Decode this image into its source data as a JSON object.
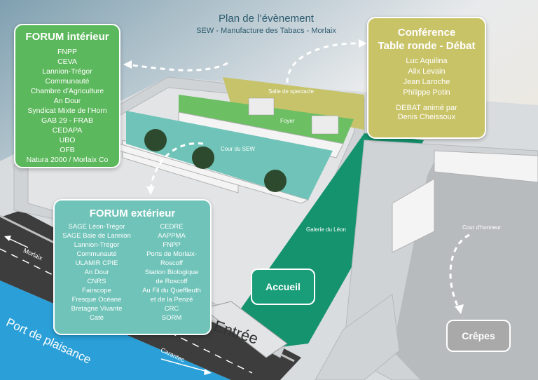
{
  "header": {
    "title": "Plan de l’évènement",
    "subtitle": "SEW - Manufacture des Tabacs - Morlaix"
  },
  "colors": {
    "forum_interieur": "#5cb85c",
    "forum_exterieur": "#6fc3b8",
    "conference": "#c9c368",
    "accueil": "#1a9e7a",
    "galerie": "#14936e",
    "crepes": "#a9a9a9",
    "port": "#2a9fd8",
    "road": "#3a3a3a"
  },
  "forum_interieur": {
    "title": "FORUM intérieur",
    "items": [
      "FNPP",
      "CEVA",
      "Lannion-Trégor",
      "Communauté",
      "Chambre d’Agriculture",
      "An Dour",
      "Syndicat Mixte de l’Horn",
      "GAB 29 - FRAB",
      "CEDAPA",
      "UBO",
      "OFB",
      "Natura 2000 / Morlaix Co"
    ]
  },
  "conference": {
    "title_line1": "Conférence",
    "title_line2": "Table ronde - Débat",
    "speakers": [
      "Luc Aquilina",
      "Alix Levain",
      "Jean Laroche",
      "Philippe Potin"
    ],
    "debate_line1": "DEBAT animé par",
    "debate_line2": "Denis Cheissoux"
  },
  "forum_exterieur": {
    "title": "FORUM extérieur",
    "col1": [
      "SAGE Léon-Trégor",
      "SAGE Baie de Lannion",
      "Lannion-Trégor",
      "Communauté",
      "ULAMIR CPIE",
      "An Dour",
      "CNRS",
      "Fairscope",
      "Fresque Océane",
      "Bretagne Vivante",
      "Caté"
    ],
    "col2": [
      "CEDRE",
      "AAPPMA",
      "FNPP",
      "Ports de Morlaix-",
      "Roscoff",
      "Station Biologique",
      "de Roscoff",
      "Au Fil du Queffleuth",
      "et de la Penzé",
      "CRC",
      "SORM"
    ]
  },
  "places": {
    "salle": "Salle de spectacle",
    "foyer": "Foyer",
    "cour_sew": "Cour du SEW",
    "galerie": "Galerie du Léon",
    "cour_honneur": "Cour d’honneur",
    "accueil": "Accueil",
    "crepes": "Crêpes",
    "entree": "Entrée",
    "port": "Port de plaisance",
    "morlaix": "Morlaix",
    "carantec": "Carantec"
  }
}
